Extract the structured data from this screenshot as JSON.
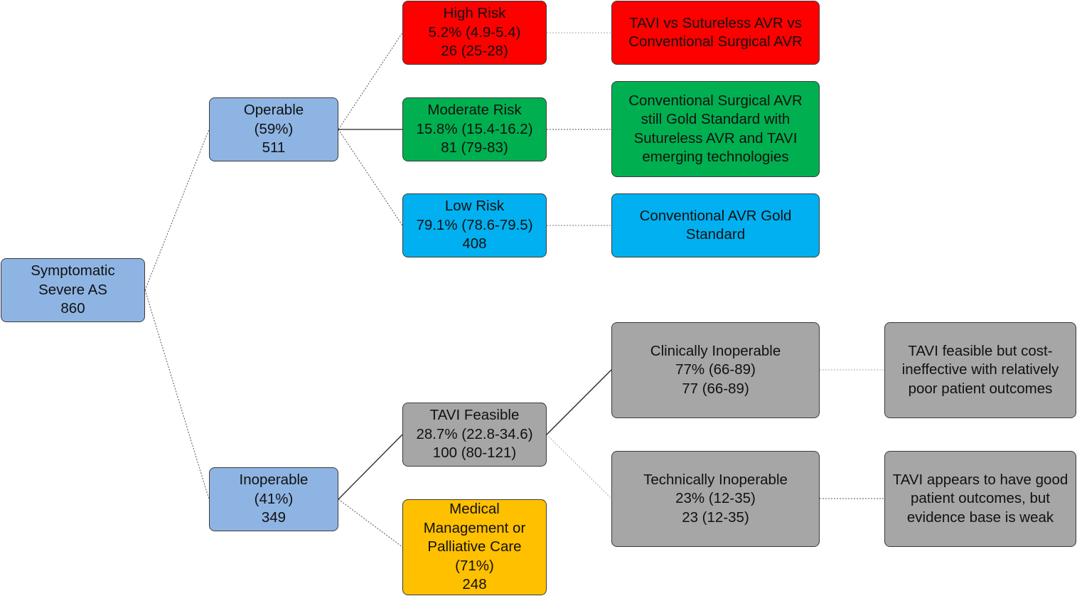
{
  "colors": {
    "root": "#8eb4e3",
    "operable": "#8eb4e3",
    "inoperable": "#8eb4e3",
    "high_risk": "#ff0000",
    "moderate_risk": "#00b050",
    "low_risk": "#00b0f0",
    "tavi_feasible": "#a6a6a6",
    "medical": "#ffc000",
    "clinical": "#a6a6a6",
    "technical": "#a6a6a6",
    "outcome_gray": "#a6a6a6",
    "connector": "#555555"
  },
  "nodes": {
    "root": {
      "label": "Symptomatic Severe AS",
      "count": "860"
    },
    "operable": {
      "label": "Operable",
      "percent": "(59%)",
      "count": "511"
    },
    "inoperable": {
      "label": "Inoperable",
      "percent": "(41%)",
      "count": "349"
    },
    "high_risk": {
      "label": "High Risk",
      "percent": "5.2% (4.9-5.4)",
      "count": "26 (25-28)"
    },
    "moderate_risk": {
      "label": "Moderate Risk",
      "percent": "15.8% (15.4-16.2)",
      "count": "81 (79-83)"
    },
    "low_risk": {
      "label": "Low Risk",
      "percent": "79.1% (78.6-79.5)",
      "count": "408"
    },
    "tavi_feasible": {
      "label": "TAVI Feasible",
      "percent": "28.7% (22.8-34.6)",
      "count": "100 (80-121)"
    },
    "medical": {
      "label": "Medical Management or Palliative Care",
      "percent": "(71%)",
      "count": "248"
    },
    "clinical": {
      "label": "Clinically Inoperable",
      "percent": "77% (66-89)",
      "count": "77 (66-89)"
    },
    "technical": {
      "label": "Technically Inoperable",
      "percent": "23% (12-35)",
      "count": "23 (12-35)"
    }
  },
  "outcomes": {
    "high": "TAVI vs Sutureless AVR vs Conventional Surgical AVR",
    "moderate": "Conventional Surgical AVR still Gold Standard with Sutureless AVR and TAVI emerging technologies",
    "low": "Conventional AVR Gold Standard",
    "clinical": "TAVI feasible but cost-ineffective with relatively poor patient outcomes",
    "technical": "TAVI appears to have good patient outcomes, but evidence base is weak"
  }
}
